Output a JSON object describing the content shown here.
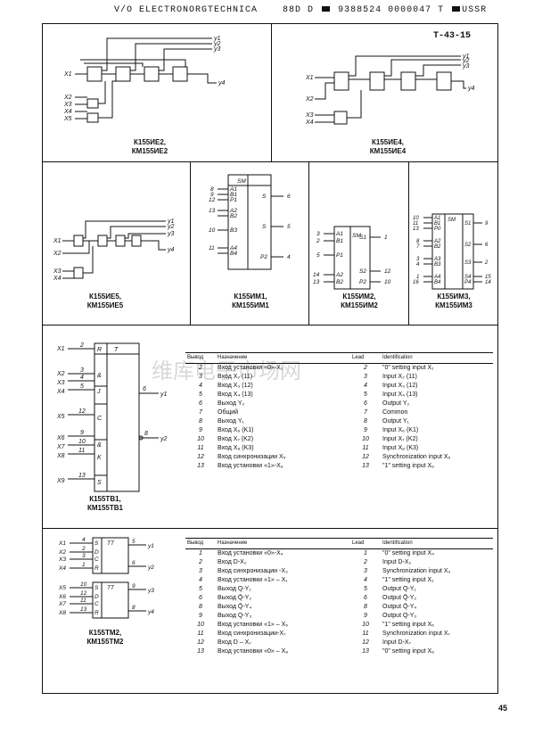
{
  "header": {
    "publisher": "V/O ELECTRONORGTECHNICA",
    "code": "88D D",
    "doc_number": "9388524 0000047 T",
    "country": "USSR"
  },
  "doc_ref": "T-43-15",
  "watermark": "维库电子市场网",
  "page_number": "45",
  "diagrams": {
    "ie2": {
      "caption": "К155ИЕ2,\nКМ155ИЕ2",
      "inputs": [
        "X1",
        "X2",
        "X3",
        "X4",
        "X5"
      ],
      "outputs": [
        "y1",
        "y2",
        "y3",
        "y4"
      ]
    },
    "ie4": {
      "caption": "К155ИЕ4,\nКМ155ИЕ4",
      "inputs": [
        "X1",
        "X2",
        "X3",
        "X4"
      ],
      "outputs": [
        "y1",
        "y2",
        "y3",
        "y4"
      ]
    },
    "ie5": {
      "caption": "К155ИЕ5,\nКМ155ИЕ5",
      "inputs": [
        "X1",
        "X2",
        "X3",
        "X4"
      ],
      "outputs": [
        "y1",
        "y2",
        "y3",
        "y4"
      ]
    },
    "im1": {
      "caption": "К155ИМ1,\nКМ155ИМ1",
      "title": "SM",
      "pins_left": [
        "8",
        "9",
        "12",
        "13",
        "10",
        "11"
      ],
      "labels_left": [
        "A1",
        "B1",
        "P1",
        "A2",
        "B2",
        "B3",
        "A4",
        "B4"
      ],
      "pins_right": [
        "6",
        "5",
        "4"
      ],
      "labels_right": [
        "S",
        "S",
        "P2"
      ]
    },
    "im2": {
      "caption": "К155ИМ2,\nКМ155ИМ2",
      "title": "SM",
      "pins_left": [
        "3",
        "2",
        "5",
        "14",
        "13"
      ],
      "labels_left": [
        "A1",
        "B1",
        "P1",
        "A2",
        "B2"
      ],
      "pins_right": [
        "1",
        "12",
        "10"
      ],
      "labels_right": [
        "S1",
        "S2",
        "P2"
      ]
    },
    "im3": {
      "caption": "К155ИМ3,\nКМ155ИМ3",
      "title": "SM",
      "pins_left": [
        "10",
        "11",
        "13",
        "8",
        "7",
        "3",
        "4",
        "1",
        "16"
      ],
      "labels_left": [
        "A1",
        "B1",
        "P0",
        "A2",
        "B2",
        "A3",
        "B3",
        "A4",
        "B4"
      ],
      "pins_right": [
        "9",
        "6",
        "2",
        "15",
        "14"
      ],
      "labels_right": [
        "S1",
        "S2",
        "S3",
        "S4",
        "P4"
      ]
    },
    "tv1": {
      "caption": "К155ТВ1,\nКМ155ТВ1",
      "box_labels": [
        "R",
        "T",
        "&",
        "J",
        "C",
        "&",
        "K",
        "S"
      ],
      "inputs": [
        "X1",
        "X2",
        "X3",
        "X4",
        "X5",
        "X6",
        "X7",
        "X8",
        "X9"
      ],
      "pins_left": [
        "2",
        "3",
        "4",
        "5",
        "12",
        "9",
        "10",
        "11",
        "13"
      ],
      "outputs": [
        "y1",
        "y2"
      ],
      "pins_right": [
        "6",
        "8"
      ]
    },
    "tm2": {
      "caption": "К155ТМ2,\nКМ155ТМ2",
      "box_labels": [
        "S",
        "TT",
        "D",
        "C",
        "R",
        "S",
        "TT",
        "D",
        "C",
        "R"
      ],
      "inputs": [
        "X1",
        "X2",
        "X3",
        "X4",
        "X5",
        "X6",
        "X7",
        "X8"
      ],
      "pins_left": [
        "4",
        "2",
        "3",
        "1",
        "10",
        "12",
        "11",
        "13"
      ],
      "outputs": [
        "y1",
        "y2",
        "y3",
        "y4"
      ],
      "pins_right": [
        "5",
        "6",
        "9",
        "8"
      ]
    }
  },
  "tv1_table": {
    "ru_header": [
      "Вывод",
      "Назначение"
    ],
    "en_header": [
      "Lead",
      "Identification"
    ],
    "rows": [
      [
        "2",
        "Вход установки «0»-X₁",
        "2",
        "\"0\" setting input X₁"
      ],
      [
        "3",
        "Вход X₂ (11)",
        "3",
        "Input X₂ (11)"
      ],
      [
        "4",
        "Вход X₃ (12)",
        "4",
        "Input X₃ (12)"
      ],
      [
        "5",
        "Вход X₄ (13)",
        "5",
        "Input X₄ (13)"
      ],
      [
        "6",
        "Выход Y₂",
        "6",
        "Output Y₂"
      ],
      [
        "7",
        "Общий",
        "7",
        "Common"
      ],
      [
        "8",
        "Выход Y₁",
        "8",
        "Output Y₁"
      ],
      [
        "9",
        "Вход X₆ (K1)",
        "9",
        "Input X₆ (K1)"
      ],
      [
        "10",
        "Вход X₇ (K2)",
        "10",
        "Input X₇ (K2)"
      ],
      [
        "11",
        "Вход X₈ (K3)",
        "11",
        "Input X₈ (K3)"
      ],
      [
        "12",
        "Вход синхронизации X₅",
        "12",
        "Synchronization input X₅"
      ],
      [
        "13",
        "Вход установки «1»-X₉",
        "13",
        "\"1\" setting input X₉"
      ]
    ]
  },
  "tm2_table": {
    "ru_header": [
      "Вывод",
      "Назначение"
    ],
    "en_header": [
      "Lead",
      "Identification"
    ],
    "rows": [
      [
        "1",
        "Вход установки «0»-X₄",
        "1",
        "\"0\" setting input X₄"
      ],
      [
        "2",
        "Вход D-X₂",
        "2",
        "Input D-X₂"
      ],
      [
        "3",
        "Вход синхронизации -X₃",
        "3",
        "Synchronization input X₃"
      ],
      [
        "4",
        "Вход установки «1» – X₁",
        "4",
        "\"1\" setting input X₁"
      ],
      [
        "5",
        "Выход Q-Y₁",
        "5",
        "Output Q-Y₁"
      ],
      [
        "6",
        "Выход Q̄-Y₂",
        "6",
        "Output Q̄-Y₂"
      ],
      [
        "8",
        "Выход Q̄-Y₄",
        "8",
        "Output Q̄-Y₄"
      ],
      [
        "9",
        "Выход Q-Y₃",
        "9",
        "Output Q-Y₃"
      ],
      [
        "10",
        "Вход установки «1» – X₅",
        "10",
        "\"1\" setting input X₅"
      ],
      [
        "11",
        "Вход синхронизации-X₇",
        "11",
        "Synchronization input X₇"
      ],
      [
        "12",
        "Вход D – X₇",
        "12",
        "Input D-X₇"
      ],
      [
        "13",
        "Вход установки «0» – X₈",
        "13",
        "\"0\" setting input X₈"
      ]
    ]
  }
}
